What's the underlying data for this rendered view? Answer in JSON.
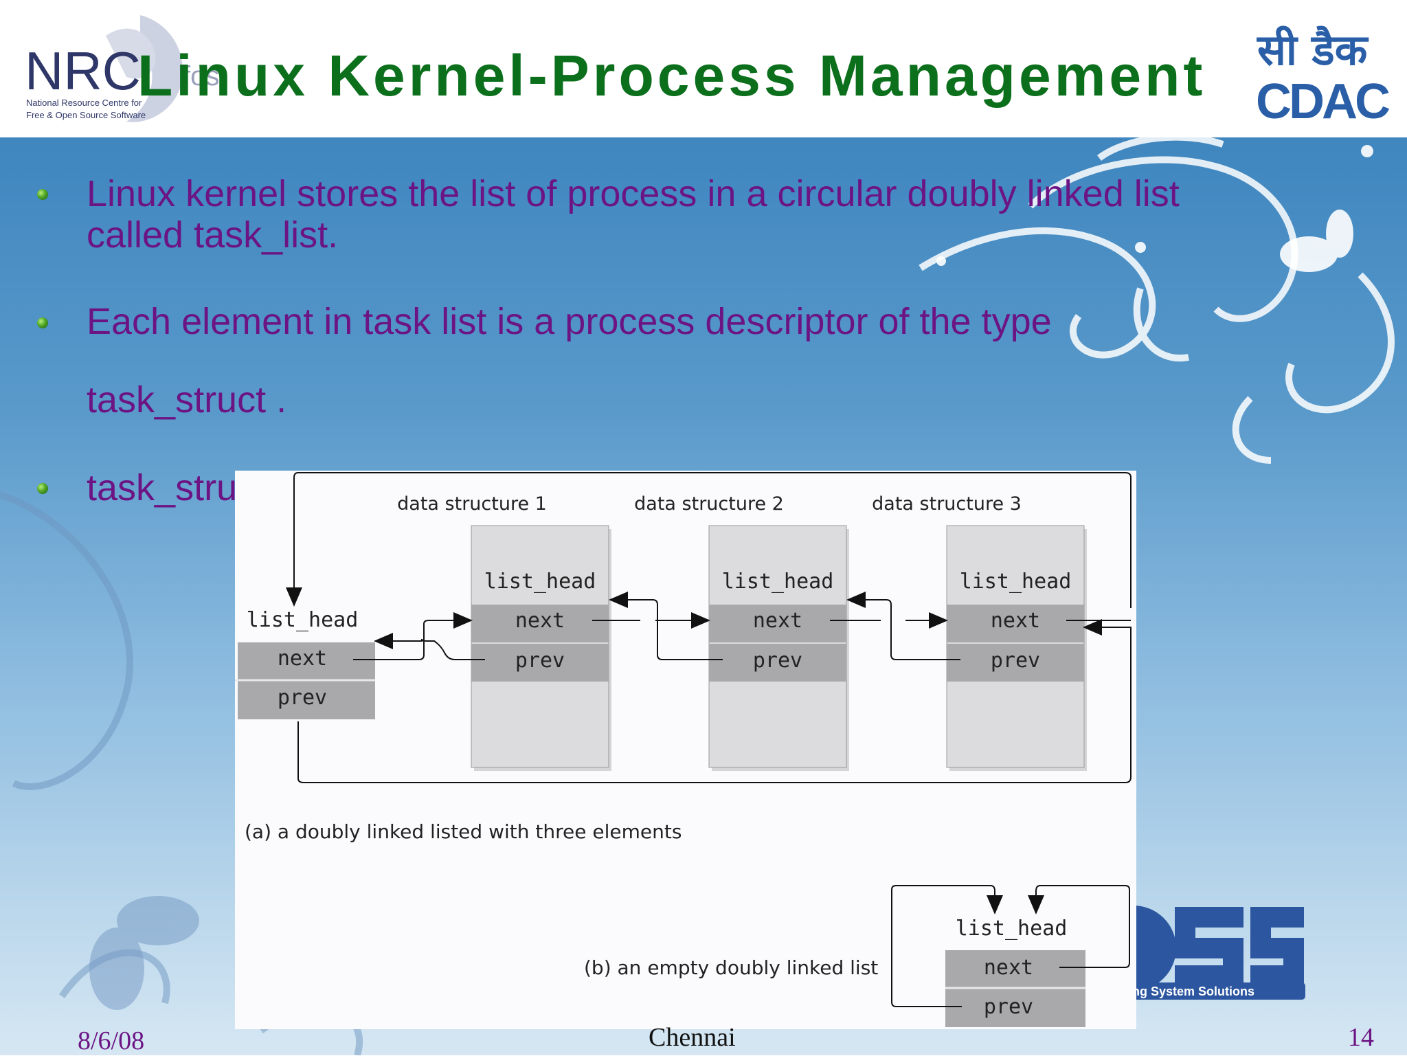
{
  "slide": {
    "title": "Linux Kernel-Process Management",
    "bullets": [
      {
        "text": "Linux kernel stores the list of process in a circular doubly linked list",
        "cont": "called task_list."
      },
      {
        "text": "Each element in task list is a process descriptor of the type",
        "cont": "task_struct ."
      },
      {
        "text": "task_stru"
      }
    ]
  },
  "logos": {
    "nrc": {
      "main": "NRC",
      "fos": "fos",
      "line1": "National Resource Centre for",
      "line2": "Free & Open Source Software"
    },
    "cdac": {
      "hindi": "सी डैक",
      "latin": "CDAC"
    },
    "oss": {
      "tagline": "ng System Solutions"
    }
  },
  "figure": {
    "ds_labels": [
      "data structure 1",
      "data structure 2",
      "data structure 3"
    ],
    "list_head": "list_head",
    "next": "next",
    "prev": "prev",
    "caption_a": "(a)  a doubly linked listed with three elements",
    "caption_b": "(b)  an empty doubly linked list"
  },
  "footer": {
    "date": "8/6/08",
    "place": "Chennai",
    "page": "14"
  },
  "colors": {
    "title": "#0b6f1c",
    "bullet_text": "#6c1483",
    "background": "#4a8ec5"
  }
}
